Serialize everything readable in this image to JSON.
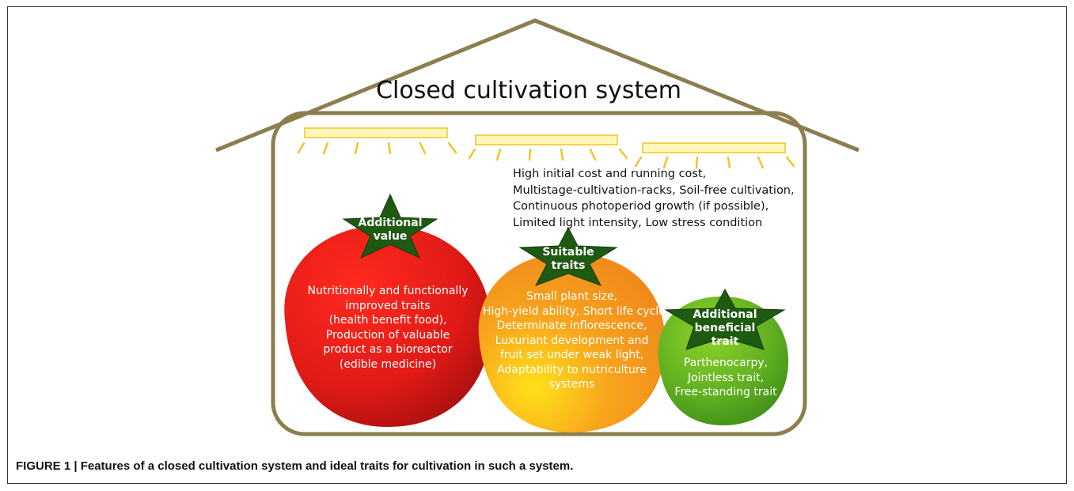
{
  "title": "Closed cultivation system",
  "conditions": [
    "High initial cost and running cost,",
    "Multistage-cultivation-racks, Soil-free cultivation,",
    "Continuous photoperiod growth (if possible),",
    "Limited light intensity, Low stress condition"
  ],
  "groups": [
    {
      "star_label": [
        "Additional",
        "value"
      ],
      "text": [
        "Nutritionally and functionally",
        "improved traits",
        "(health benefit food),",
        "Production of valuable",
        "product as a bioreactor",
        "(edible medicine)"
      ],
      "color": "#e3201b"
    },
    {
      "star_label": [
        "Suitable",
        "traits"
      ],
      "text": [
        "Small plant size,",
        "High-yield ability, Short life cycle,",
        "Determinate  inflorescence,",
        "Luxuriant development and",
        "fruit set under weak light,",
        "Adaptability to nutriculture",
        "systems"
      ],
      "color": "#f7941d"
    },
    {
      "star_label": [
        "Additional",
        "beneficial",
        "trait"
      ],
      "text": [
        "Parthenocarpy,",
        "Jointless trait,",
        "Free-standing trait"
      ],
      "color": "#5fae23"
    }
  ],
  "colors": {
    "house_outline": "#8c7e4e",
    "star_fill": "#1f5a12",
    "light_fill": "#fff7b8",
    "light_stroke": "#f2c32a"
  },
  "caption": "FIGURE 1 | Features of a closed cultivation system and ideal traits for cultivation in such a system."
}
